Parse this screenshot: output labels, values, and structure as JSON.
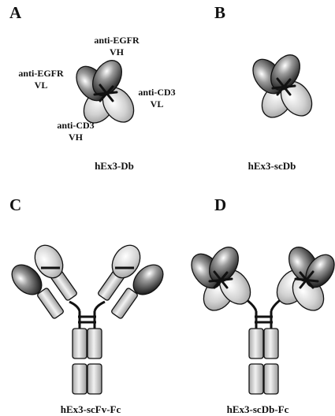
{
  "panels": {
    "a": {
      "letter": "A",
      "caption": "hEx3-Db",
      "labels": {
        "egfr_vh": [
          "anti-EGFR",
          "VH"
        ],
        "egfr_vl": [
          "anti-EGFR",
          "VL"
        ],
        "cd3_vl": [
          "anti-CD3",
          "VL"
        ],
        "cd3_vh": [
          "anti-CD3",
          "VH"
        ]
      }
    },
    "b": {
      "letter": "B",
      "caption": "hEx3-scDb"
    },
    "c": {
      "letter": "C",
      "caption": "hEx3-scFv-Fc"
    },
    "d": {
      "letter": "D",
      "caption": "hEx3-scDb-Fc"
    }
  },
  "colors": {
    "egfr_domain": "#3a3a3a",
    "cd3_domain": "#c8c8c8",
    "fc_domain": "#d6d6d6",
    "outline": "#111111"
  }
}
